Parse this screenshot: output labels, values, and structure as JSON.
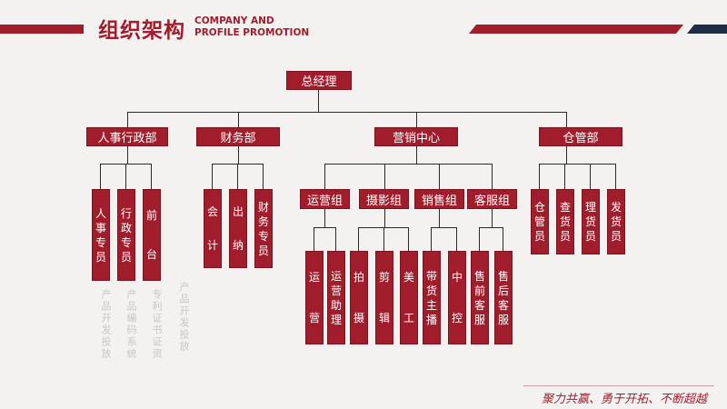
{
  "header": {
    "title_cn": "组织架构",
    "title_en_line1": "COMPANY AND",
    "title_en_line2": "PROFILE PROMOTION"
  },
  "footer": {
    "slogan": "聚力共赢、勇于开拓、不断超越"
  },
  "colors": {
    "primary": "#a11d2c",
    "navy": "#1e2d44",
    "line": "#2a2a2a"
  },
  "org": {
    "root": "总经理",
    "departments": [
      "人事行政部",
      "财务部",
      "营销中心",
      "仓管部"
    ],
    "groups": [
      "运营组",
      "摄影组",
      "销售组",
      "客服组"
    ],
    "roles": {
      "hr": [
        "人事专员",
        "行政专员",
        "前台"
      ],
      "finance": [
        "会计",
        "出纳",
        "财务专员"
      ],
      "ops": [
        "运营",
        "运营助理"
      ],
      "photo": [
        "拍摄",
        "剪辑",
        "美工"
      ],
      "sales": [
        "带货主播",
        "中控"
      ],
      "service": [
        "售前客服",
        "售后客服"
      ],
      "warehouse": [
        "仓管员",
        "查货员",
        "理货员",
        "发货员"
      ]
    }
  },
  "background_text": [
    "产品开发投放",
    "产品编码系统",
    "专利证书证资",
    "产品开发投放"
  ]
}
